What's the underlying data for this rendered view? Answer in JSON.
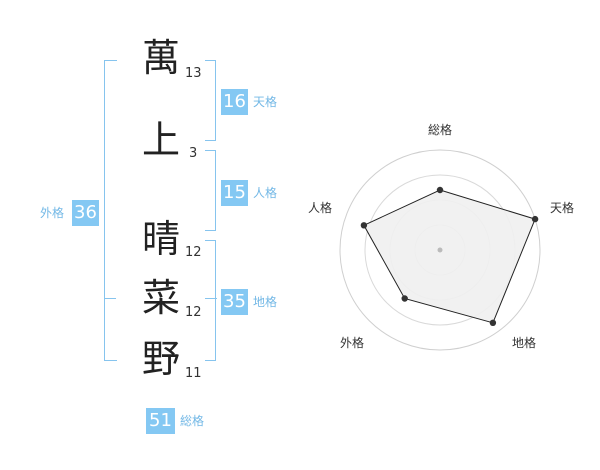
{
  "name": {
    "chars": [
      {
        "char": "萬",
        "strokes": "13"
      },
      {
        "char": "上",
        "strokes": "3"
      },
      {
        "char": "晴",
        "strokes": "12"
      },
      {
        "char": "菜",
        "strokes": "12"
      },
      {
        "char": "野",
        "strokes": "11"
      }
    ]
  },
  "kakusu": {
    "tenkaku": {
      "value": "16",
      "label": "天格"
    },
    "jinkaku": {
      "value": "15",
      "label": "人格"
    },
    "chikaku": {
      "value": "35",
      "label": "地格"
    },
    "gaikaku": {
      "value": "36",
      "label": "外格"
    },
    "soukaku": {
      "value": "51",
      "label": "総格"
    }
  },
  "colors": {
    "accent": "#84c8f3",
    "bracket": "#86c4ee",
    "label": "#73b8e6"
  },
  "chart_data": {
    "type": "radar",
    "axes": [
      "総格",
      "天格",
      "地格",
      "外格",
      "人格"
    ],
    "levels": 4,
    "max": 4,
    "values": [
      2.4,
      4,
      3.6,
      2.4,
      3.2
    ]
  }
}
